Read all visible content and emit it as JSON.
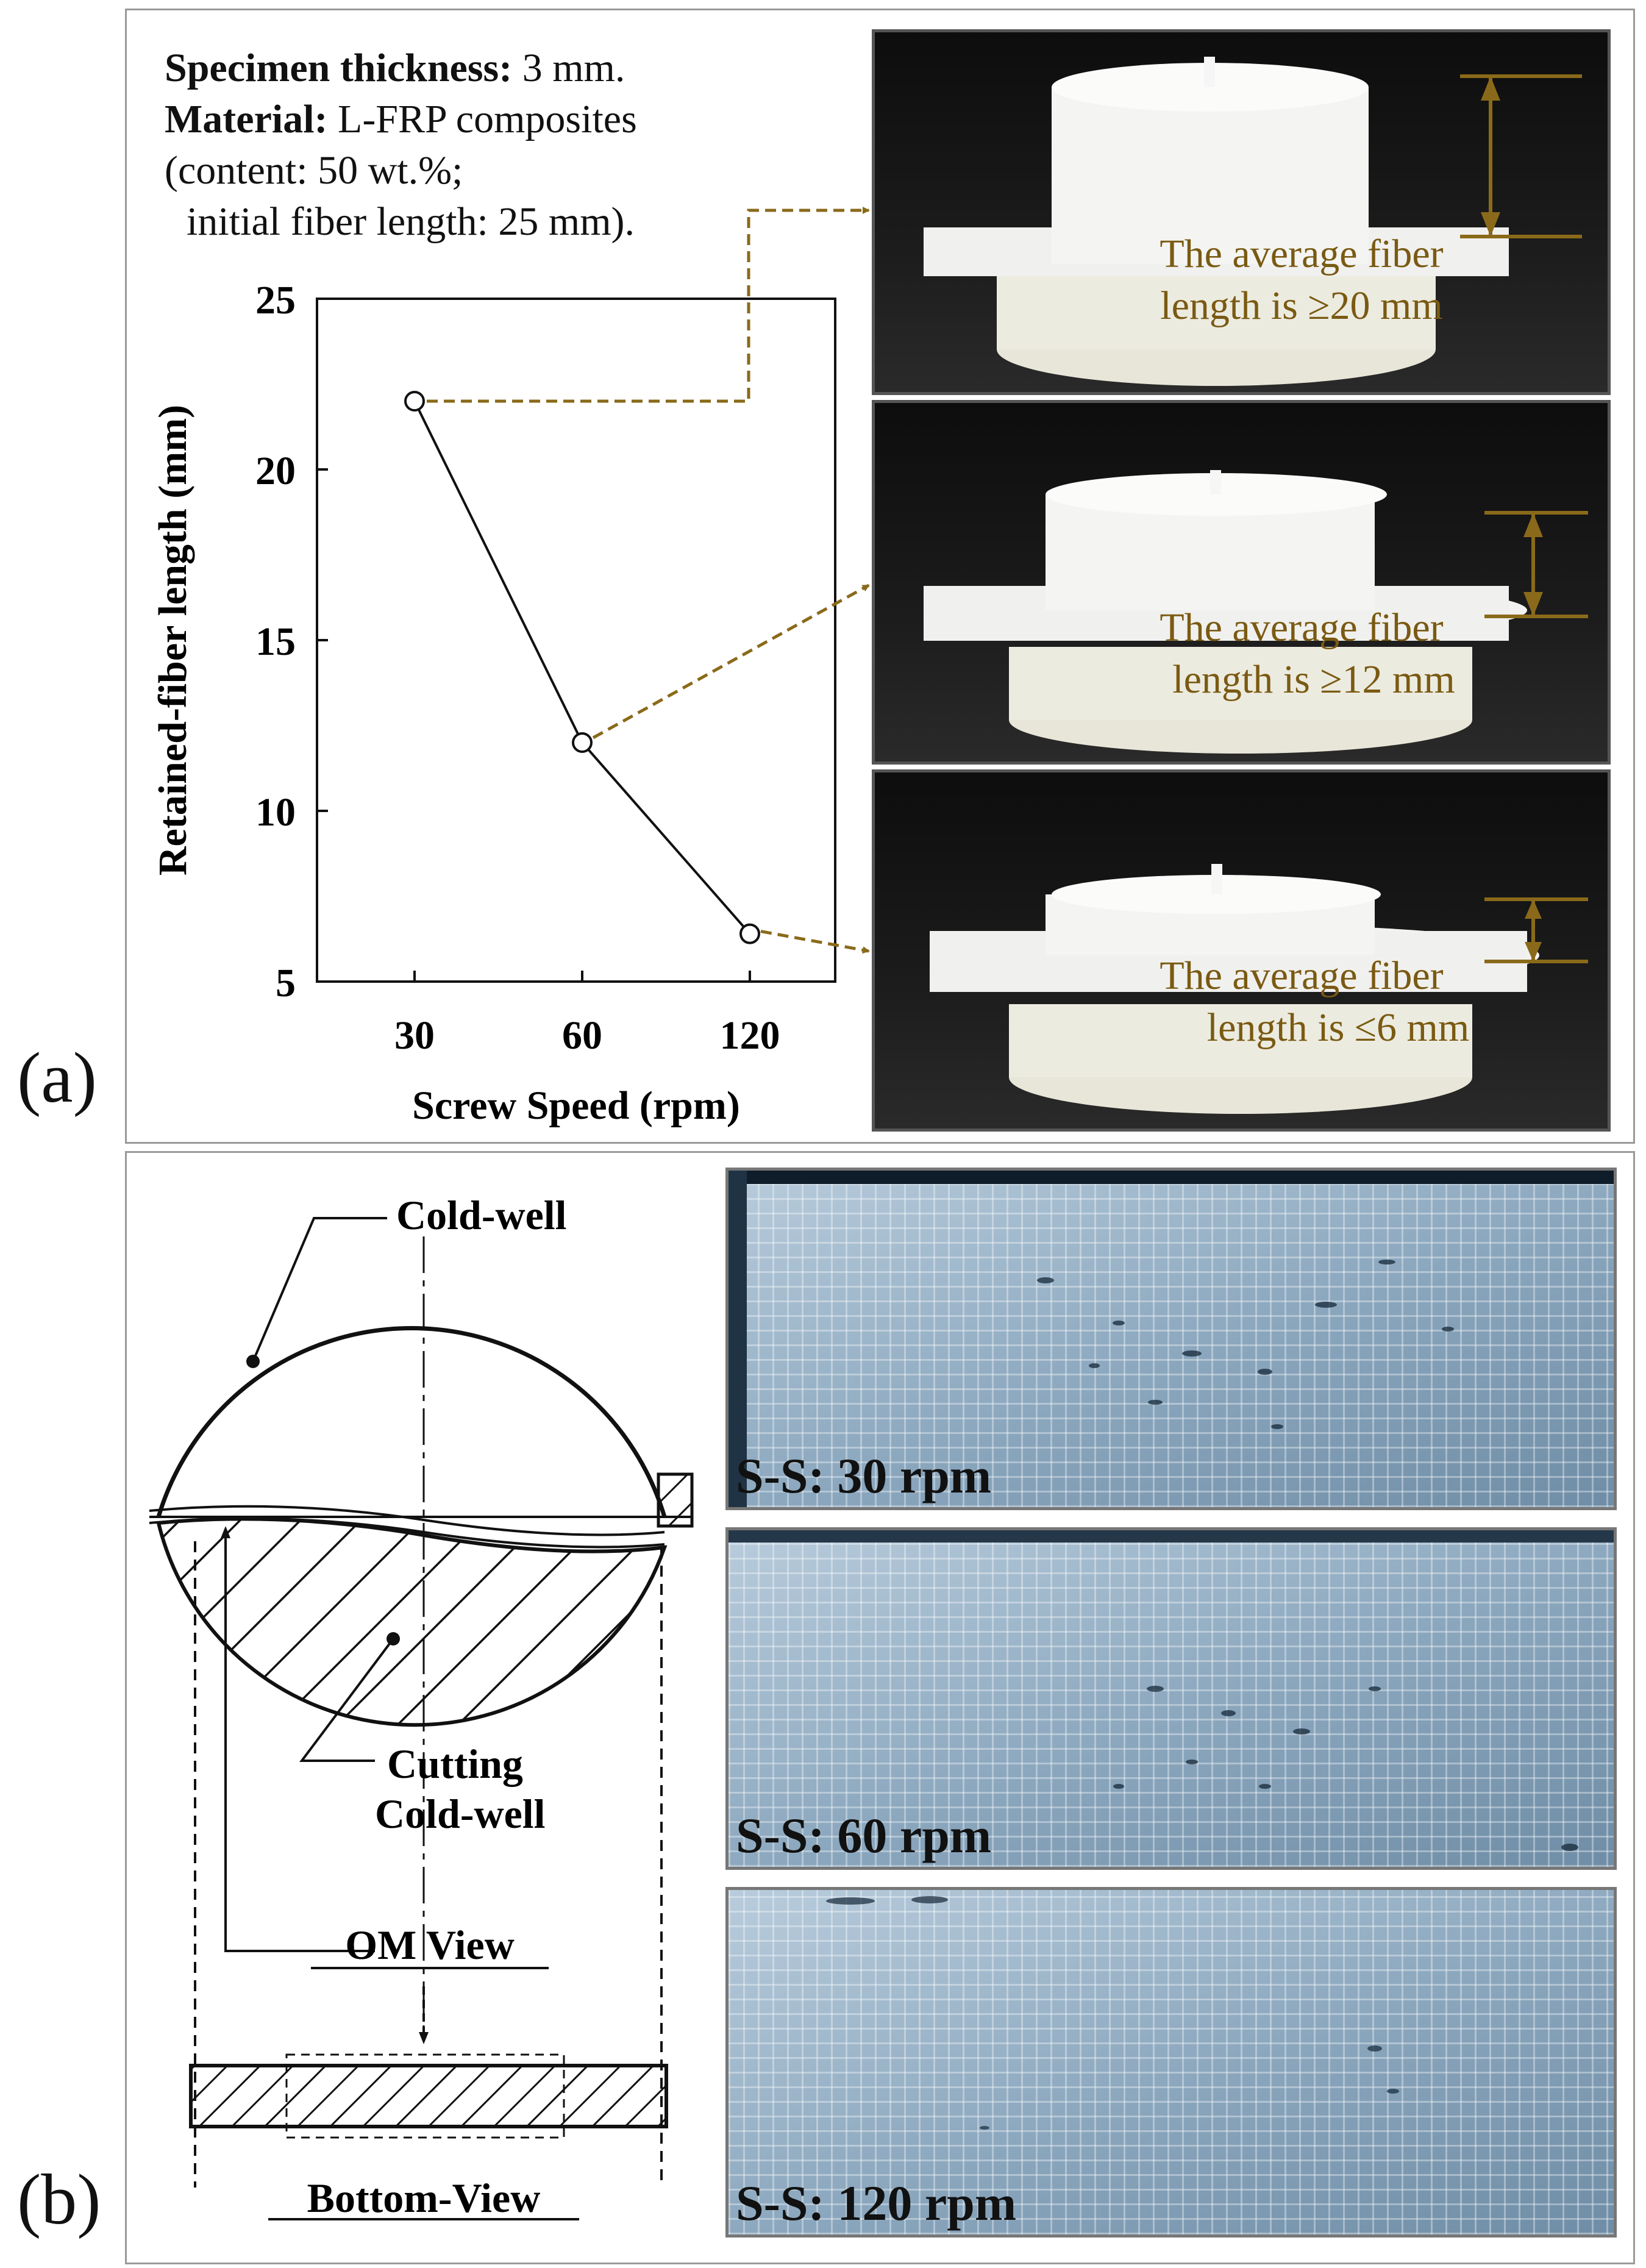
{
  "panel_a": {
    "label": "(a)",
    "spec": {
      "thickness_label": "Specimen thickness:",
      "thickness_value": " 3 mm.",
      "material_label": "Material:",
      "material_value": " L-FRP composites",
      "line3": "(content:  50 wt.%;",
      "line4": "initial  fiber length: 25 mm)."
    },
    "photos": [
      {
        "line1": "The average fiber",
        "line2": "length is ≥20 mm"
      },
      {
        "line1": "The average fiber",
        "line2": "length is ≥12 mm"
      },
      {
        "line1": "The average fiber",
        "line2": "length is ≤6 mm"
      }
    ]
  },
  "chart_data": {
    "type": "line",
    "categories": [
      "30",
      "60",
      "120"
    ],
    "values": [
      22,
      12,
      6.4
    ],
    "xlabel": "Screw Speed (rpm)",
    "ylabel": "Retained-fiber length (mm)",
    "ylim": [
      5,
      25
    ],
    "yticks": [
      "5",
      "10",
      "15",
      "20",
      "25"
    ],
    "marker": "open-circle",
    "grid": false
  },
  "panel_b": {
    "label": "(b)",
    "diagram": {
      "cold_well": "Cold-well",
      "cutting_line1": "Cutting",
      "cutting_line2": "Cold-well",
      "om_view": "OM View",
      "bottom_view": "Bottom-View"
    },
    "micrographs": [
      {
        "label": "S-S: 30 rpm"
      },
      {
        "label": "S-S: 60 rpm"
      },
      {
        "label": "S-S: 120 rpm"
      }
    ]
  },
  "colors": {
    "annotation": "#7a5a12",
    "arrow": "#8a6a1a",
    "micrograph": "#9fb8cc"
  }
}
